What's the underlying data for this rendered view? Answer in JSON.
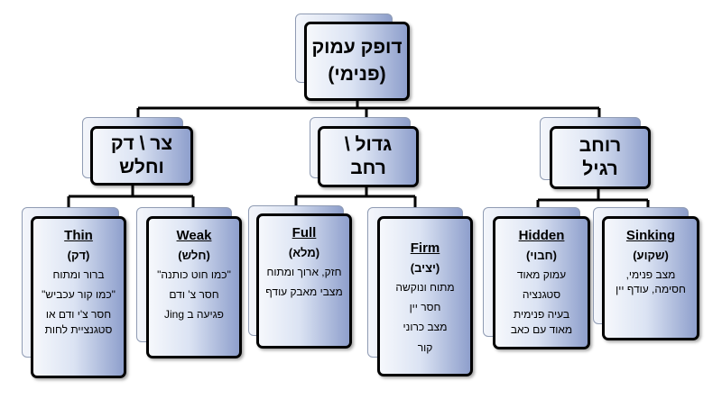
{
  "root": {
    "line1": "דופק עמוק",
    "line2": "(פנימי)"
  },
  "groups": {
    "narrow": {
      "line1": "צר \\ דק",
      "line2": "וחלש"
    },
    "large": {
      "line1": "גדול \\",
      "line2": "רחב"
    },
    "wide": {
      "line1": "רוחב",
      "line2": "רגיל"
    }
  },
  "leaves": {
    "thin": {
      "title": "Thin",
      "subtitle": "(דק)",
      "items": [
        "ברור ומתוח",
        "\"כמו קור עכביש\"",
        "חסר צ'י ודם או סטגנציית לחות"
      ]
    },
    "weak": {
      "title": "Weak",
      "subtitle": "(חלש)",
      "items": [
        "\"כמו חוט כותנה\"",
        "חסר צ' ודם",
        "פגיעה ב Jing"
      ]
    },
    "full": {
      "title": "Full",
      "subtitle": "(מלא)",
      "items": [
        "חזק, ארוך ומתוח",
        "מצבי מאבק עודף"
      ]
    },
    "firm": {
      "title": "Firm",
      "subtitle": "(יציב)",
      "items": [
        "מתוח ונוקשה",
        "חסר יין",
        "מצב כרוני",
        "קור"
      ]
    },
    "hidden": {
      "title": "Hidden",
      "subtitle": "(חבוי)",
      "items": [
        "עמוק מאוד",
        "סטגנציה",
        "בעיה פנימית מאוד עם כאב"
      ]
    },
    "sinking": {
      "title": "Sinking",
      "subtitle": "(שקוע)",
      "items": [
        "מצב פנימי, חסימה, עודף יין"
      ]
    }
  }
}
